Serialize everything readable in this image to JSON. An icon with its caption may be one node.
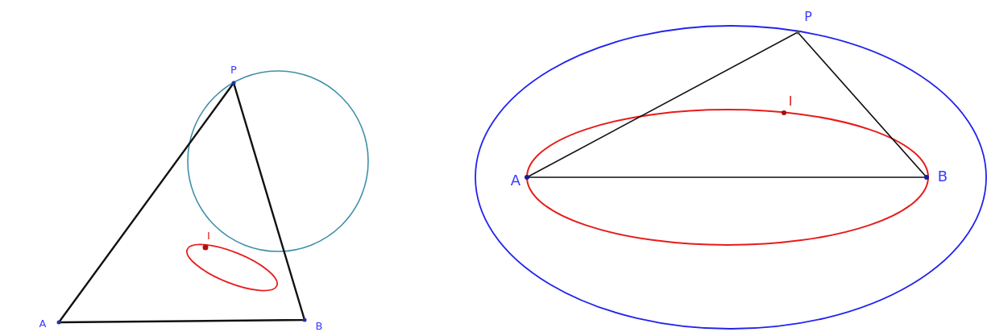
{
  "diagram": {
    "labels": [
      "P",
      "I",
      "A",
      "B",
      "P",
      "I",
      "A",
      "B"
    ]
  }
}
